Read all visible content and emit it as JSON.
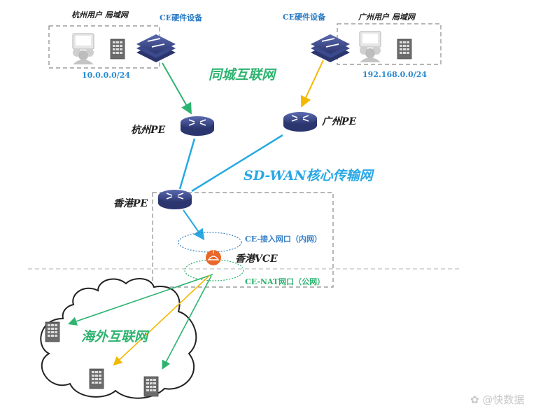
{
  "diagram": {
    "sites": {
      "hangzhou": {
        "title": "杭州用户 局域网",
        "subnet": "10.0.0.0/24"
      },
      "guangzhou": {
        "title": "广州用户 局域网",
        "subnet": "192.168.0.0/24"
      }
    },
    "ce_devices": {
      "left": "CE硬件设备",
      "right": "CE硬件设备"
    },
    "networks": {
      "metro": "同城互联网",
      "sdwan": "SD-WAN核心传输网",
      "overseas": "海外互联网"
    },
    "pe_nodes": {
      "hangzhou": "杭州PE",
      "guangzhou": "广州PE",
      "hongkong": "香港PE"
    },
    "vce": {
      "name": "香港VCE",
      "inner_port": "CE-接入网口（内网）",
      "nat_port": "CE-NAT网口（公网）"
    },
    "colors": {
      "metro_link": "#2db36f",
      "guangzhou_link": "#f3b800",
      "core_link": "#27a9e1",
      "device": "#3b4a8c",
      "vce": "#e8672a"
    },
    "watermark": "@快数据"
  }
}
